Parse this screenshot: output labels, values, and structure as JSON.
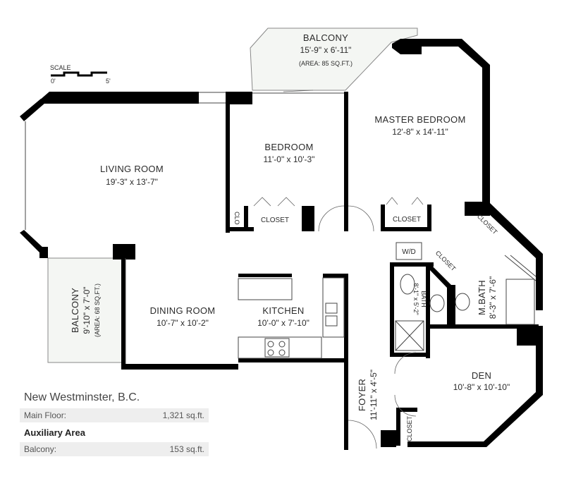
{
  "scale": {
    "label": "SCALE",
    "start": "0'",
    "end": "5'"
  },
  "rooms": {
    "balcony_top": {
      "name": "BALCONY",
      "dims": "15'-9\" x 6'-11\"",
      "area": "(AREA: 85 SQ.FT.)"
    },
    "living_room": {
      "name": "LIVING ROOM",
      "dims": "19'-3\" x 13'-7\""
    },
    "bedroom": {
      "name": "BEDROOM",
      "dims": "11'-0\" x 10'-3\""
    },
    "master_bedroom": {
      "name": "MASTER BEDROOM",
      "dims": "12'-8\" x 14'-11\""
    },
    "dining_room": {
      "name": "DINING ROOM",
      "dims": "10'-7\" x 10'-2\""
    },
    "kitchen": {
      "name": "KITCHEN",
      "dims": "10'-0\" x 7'-10\""
    },
    "balcony_left": {
      "name": "BALCONY",
      "dims": "9'-10\" x 7'-0\"",
      "area": "(AREA: 68 SQ.FT.)"
    },
    "bath": {
      "name": "BATH",
      "dims": "8'-1\" x 5'-2\""
    },
    "m_bath": {
      "name": "M.BATH",
      "dims": "8'-3\" x 7'-6\""
    },
    "den": {
      "name": "DEN",
      "dims": "10'-8\" x 10'-10\""
    },
    "foyer": {
      "name": "FOYER",
      "dims": "11'-11\" x 4'-5\""
    }
  },
  "labels": {
    "closet": "CLOSET",
    "clo": "CLO",
    "wd": "W/D"
  },
  "info": {
    "city": "New Westminster, B.C.",
    "main_floor_label": "Main Floor:",
    "main_floor_value": "1,321 sq.ft.",
    "aux_title": "Auxiliary Area",
    "balcony_label": "Balcony:",
    "balcony_value": "153 sq.ft."
  }
}
